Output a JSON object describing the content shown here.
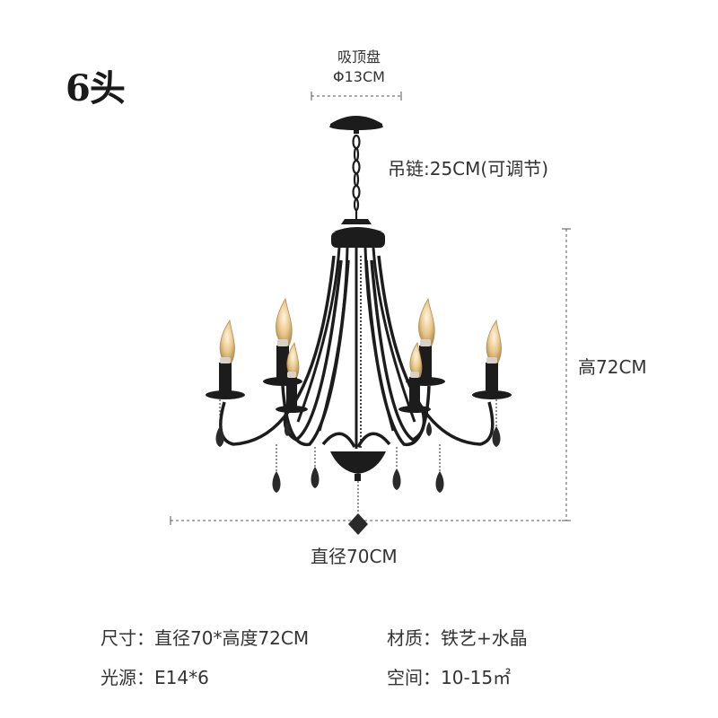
{
  "title": "6头",
  "canopy": {
    "label": "吸顶盘",
    "dimension": "Φ13CM"
  },
  "chain": {
    "label": "吊链:25CM(可调节)"
  },
  "height": {
    "label": "高72CM"
  },
  "diameter": {
    "label": "直径70CM"
  },
  "specs": {
    "size": "尺寸：直径70*高度72CM",
    "material": "材质：铁艺+水晶",
    "light_source": "光源：E14*6",
    "space": "空间：10-15㎡"
  },
  "colors": {
    "metal": "#1c1c1c",
    "crystal": "#2a2a2a",
    "flame": "#e8c27a",
    "guide": "#555555"
  }
}
